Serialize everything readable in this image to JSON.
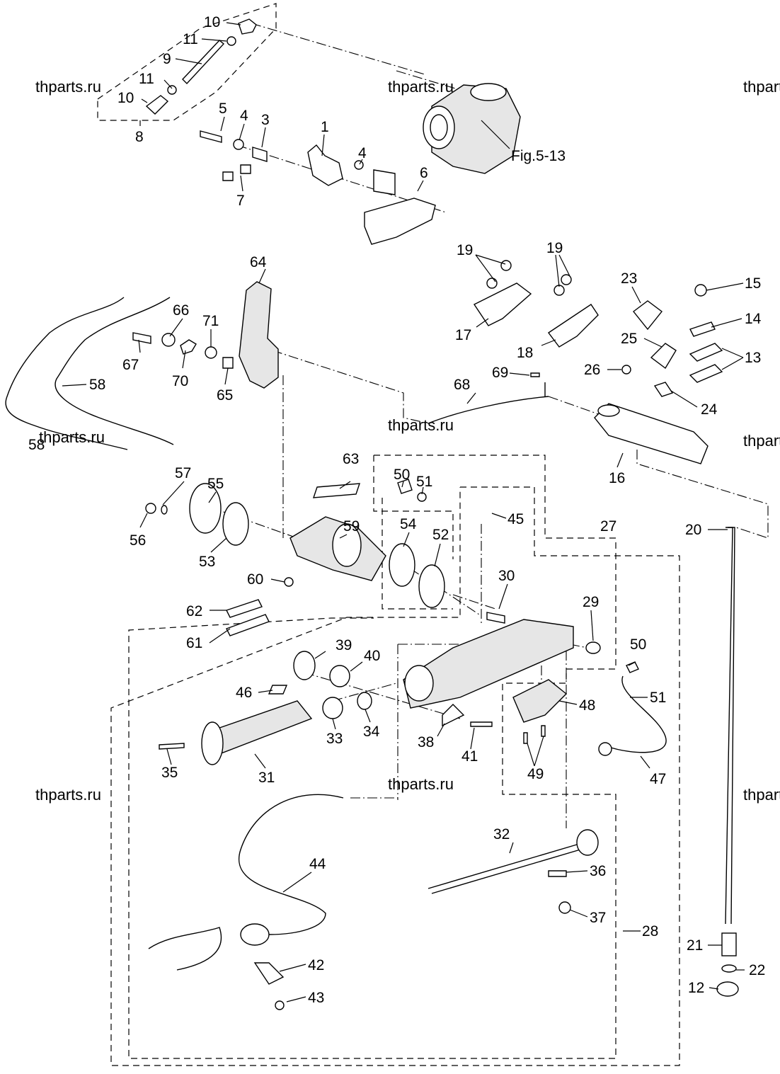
{
  "watermark": "thparts.ru",
  "figure_reference": "Fig.5-13",
  "callouts": {
    "n1": "1",
    "n3": "3",
    "n4a": "4",
    "n4b": "4",
    "n5": "5",
    "n6": "6",
    "n7": "7",
    "n8": "8",
    "n9": "9",
    "n10a": "10",
    "n10b": "10",
    "n11a": "11",
    "n11b": "11",
    "n12": "12",
    "n13": "13",
    "n14": "14",
    "n15": "15",
    "n16": "16",
    "n17": "17",
    "n18": "18",
    "n19a": "19",
    "n19b": "19",
    "n20": "20",
    "n21": "21",
    "n22": "22",
    "n23": "23",
    "n24": "24",
    "n25": "25",
    "n26": "26",
    "n27": "27",
    "n28": "28",
    "n29": "29",
    "n30": "30",
    "n31": "31",
    "n32": "32",
    "n33": "33",
    "n34": "34",
    "n35": "35",
    "n36": "36",
    "n37": "37",
    "n38": "38",
    "n39": "39",
    "n40": "40",
    "n41": "41",
    "n42": "42",
    "n43": "43",
    "n44": "44",
    "n45": "45",
    "n46": "46",
    "n47": "47",
    "n48": "48",
    "n49": "49",
    "n50a": "50",
    "n50b": "50",
    "n51a": "51",
    "n51b": "51",
    "n52": "52",
    "n53": "53",
    "n54": "54",
    "n55": "55",
    "n56": "56",
    "n57": "57",
    "n58a": "58",
    "n58b": "58",
    "n59": "59",
    "n60": "60",
    "n61": "61",
    "n62": "62",
    "n63": "63",
    "n64": "64",
    "n65": "65",
    "n66": "66",
    "n67": "67",
    "n68": "68",
    "n69": "69",
    "n70": "70",
    "n71": "71"
  }
}
